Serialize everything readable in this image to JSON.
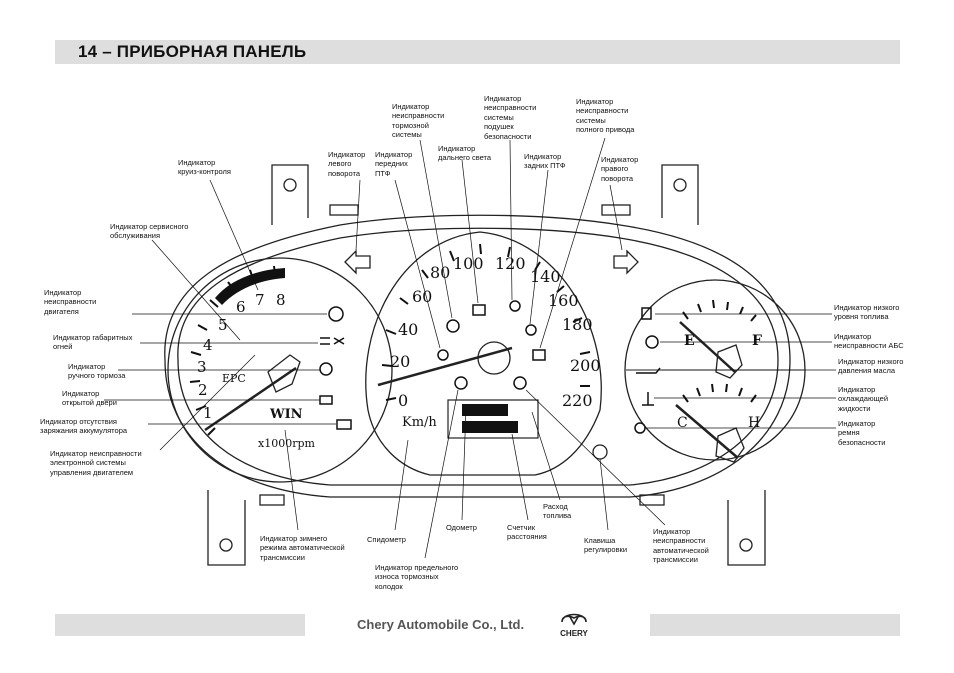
{
  "header": {
    "title": "14 – ПРИБОРНАЯ ПАНЕЛЬ"
  },
  "footer": {
    "company": "Chery Automobile Co., Ltd.",
    "logo_text": "CHERY"
  },
  "tachometer": {
    "scale": [
      "1",
      "2",
      "3",
      "4",
      "5",
      "6",
      "7",
      "8"
    ],
    "epc": "EPC",
    "win": "WIN",
    "unit": "x1000rpm"
  },
  "speedometer": {
    "scale": [
      "0",
      "20",
      "40",
      "60",
      "80",
      "100",
      "120",
      "140",
      "160",
      "180",
      "200",
      "220"
    ],
    "unit": "Km/h"
  },
  "right_gauges": {
    "fuel_e": "E",
    "fuel_f": "F",
    "temp_c": "C",
    "temp_h": "H"
  },
  "labels": {
    "cruise": "Индикатор\nкруиз-контроля",
    "service": "Индикатор сервисного\nобслуживания",
    "engine": "Индикатор\nнеисправности\nдвигателя",
    "side_lights": "Индикатор габаритных\nогней",
    "parking_brake": "Индикатор\nручного тормоза",
    "door": "Индикатор\nоткрытой двери",
    "battery": "Индикатор отсутствия\nзаряжания аккумулятора",
    "ecu": "Индикатор неисправности\nэлектронной системы\nуправления двигателем",
    "brake_fault": "Индикатор\nнеисправности\nтормозной\nсистемы",
    "left_turn": "Индикатор\nлевого\nповорота",
    "front_fog": "Индикатор\nпередних\nПТФ",
    "high_beam": "Индикатор\nдальнего света",
    "airbag": "Индикатор\nнеисправности\nсистемы\nподушек\nбезопасности",
    "rear_fog": "Индикатор\nзадних ПТФ",
    "awd": "Индикатор\nнеисправности\nсистемы\nполного привода",
    "right_turn": "Индикатор\nправого\nповорота",
    "low_fuel": "Индикатор низкого\nуровня топлива",
    "abs": "Индикатор\nнеисправности АБС",
    "oil": "Индикатор низкого\nдавления масла",
    "coolant": "Индикатор\nохлаждающей\nжидкости",
    "seatbelt": "Индикатор\nремня\nбезопасности",
    "winter": "Индикатор зимнего\nрежима автоматической\nтрансмиссии",
    "speedometer": "Спидометр",
    "pads": "Индикатор предельного\nизноса тормозных\nколодок",
    "odometer": "Одометр",
    "trip": "Счетчик\nрасстояния",
    "fuel_consumption": "Расход\nтоплива",
    "adjust_button": "Клавиша\nрегулировки",
    "at_fault": "Индикатор\nнеисправности\nавтоматической\nтрансмиссии"
  }
}
